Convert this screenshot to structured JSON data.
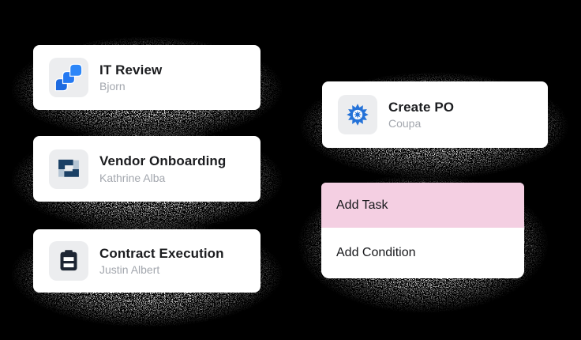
{
  "background": {
    "color": "#000000",
    "texture": "dithered-white-noise"
  },
  "colors": {
    "card_bg": "#ffffff",
    "icon_tile_bg": "#ecedef",
    "title_text": "#1b1c1f",
    "subtitle_text": "#a3a7ae",
    "menu_text": "#17181b",
    "highlight_pink": "#f4cfe2",
    "jira_blue": "#2c86f8",
    "netsuite_navy": "#1b4065",
    "netsuite_light": "#b6c6d5",
    "clipboard_navy": "#1d2533",
    "coupa_blue": "#2472d8"
  },
  "left_column": {
    "cards": [
      {
        "title": "IT Review",
        "subtitle": "Bjorn",
        "icon": "jira-icon"
      },
      {
        "title": "Vendor Onboarding",
        "subtitle": "Kathrine Alba",
        "icon": "netsuite-icon"
      },
      {
        "title": "Contract Execution",
        "subtitle": "Justin Albert",
        "icon": "clipboard-icon"
      }
    ]
  },
  "right_column": {
    "card": {
      "title": "Create PO",
      "subtitle": "Coupa",
      "icon": "coupa-icon"
    },
    "context_menu": {
      "items": [
        {
          "label": "Add Task",
          "highlighted": true
        },
        {
          "label": "Add Condition",
          "highlighted": false
        }
      ]
    }
  }
}
